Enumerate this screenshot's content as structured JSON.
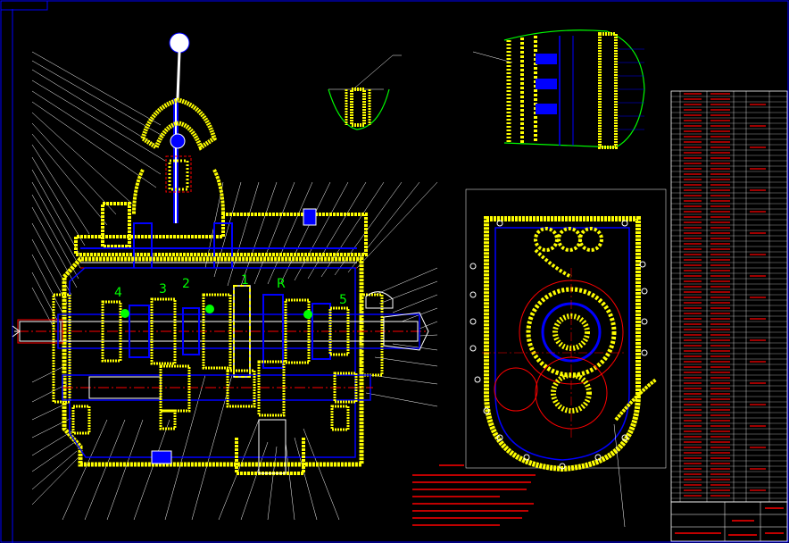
{
  "colors": {
    "background": "#000000",
    "frame": "#0000ff",
    "section_hatch": "#ffff00",
    "part_outline": "#0000ff",
    "center_line": "#ff0000",
    "leader": "#ffffff",
    "gear_label": "#00ff00",
    "contour": "#00ff00",
    "notes_text": "#ff0000",
    "bom_text": "#ff0000",
    "bom_grid": "#ffffff"
  },
  "gear_labels": [
    {
      "text": "4",
      "slot": 0
    },
    {
      "text": "3",
      "slot": 1
    },
    {
      "text": "2",
      "slot": 2
    },
    {
      "text": "1",
      "slot": 3
    },
    {
      "text": "R",
      "slot": 4
    },
    {
      "text": "5",
      "slot": 5
    }
  ],
  "icons": {
    "main_section": "gearbox-longitudinal-section-icon",
    "cross_section": "gearbox-cross-section-icon",
    "detail_view": "shift-fork-detail-icon",
    "partial_view": "bearing-seat-detail-icon"
  }
}
